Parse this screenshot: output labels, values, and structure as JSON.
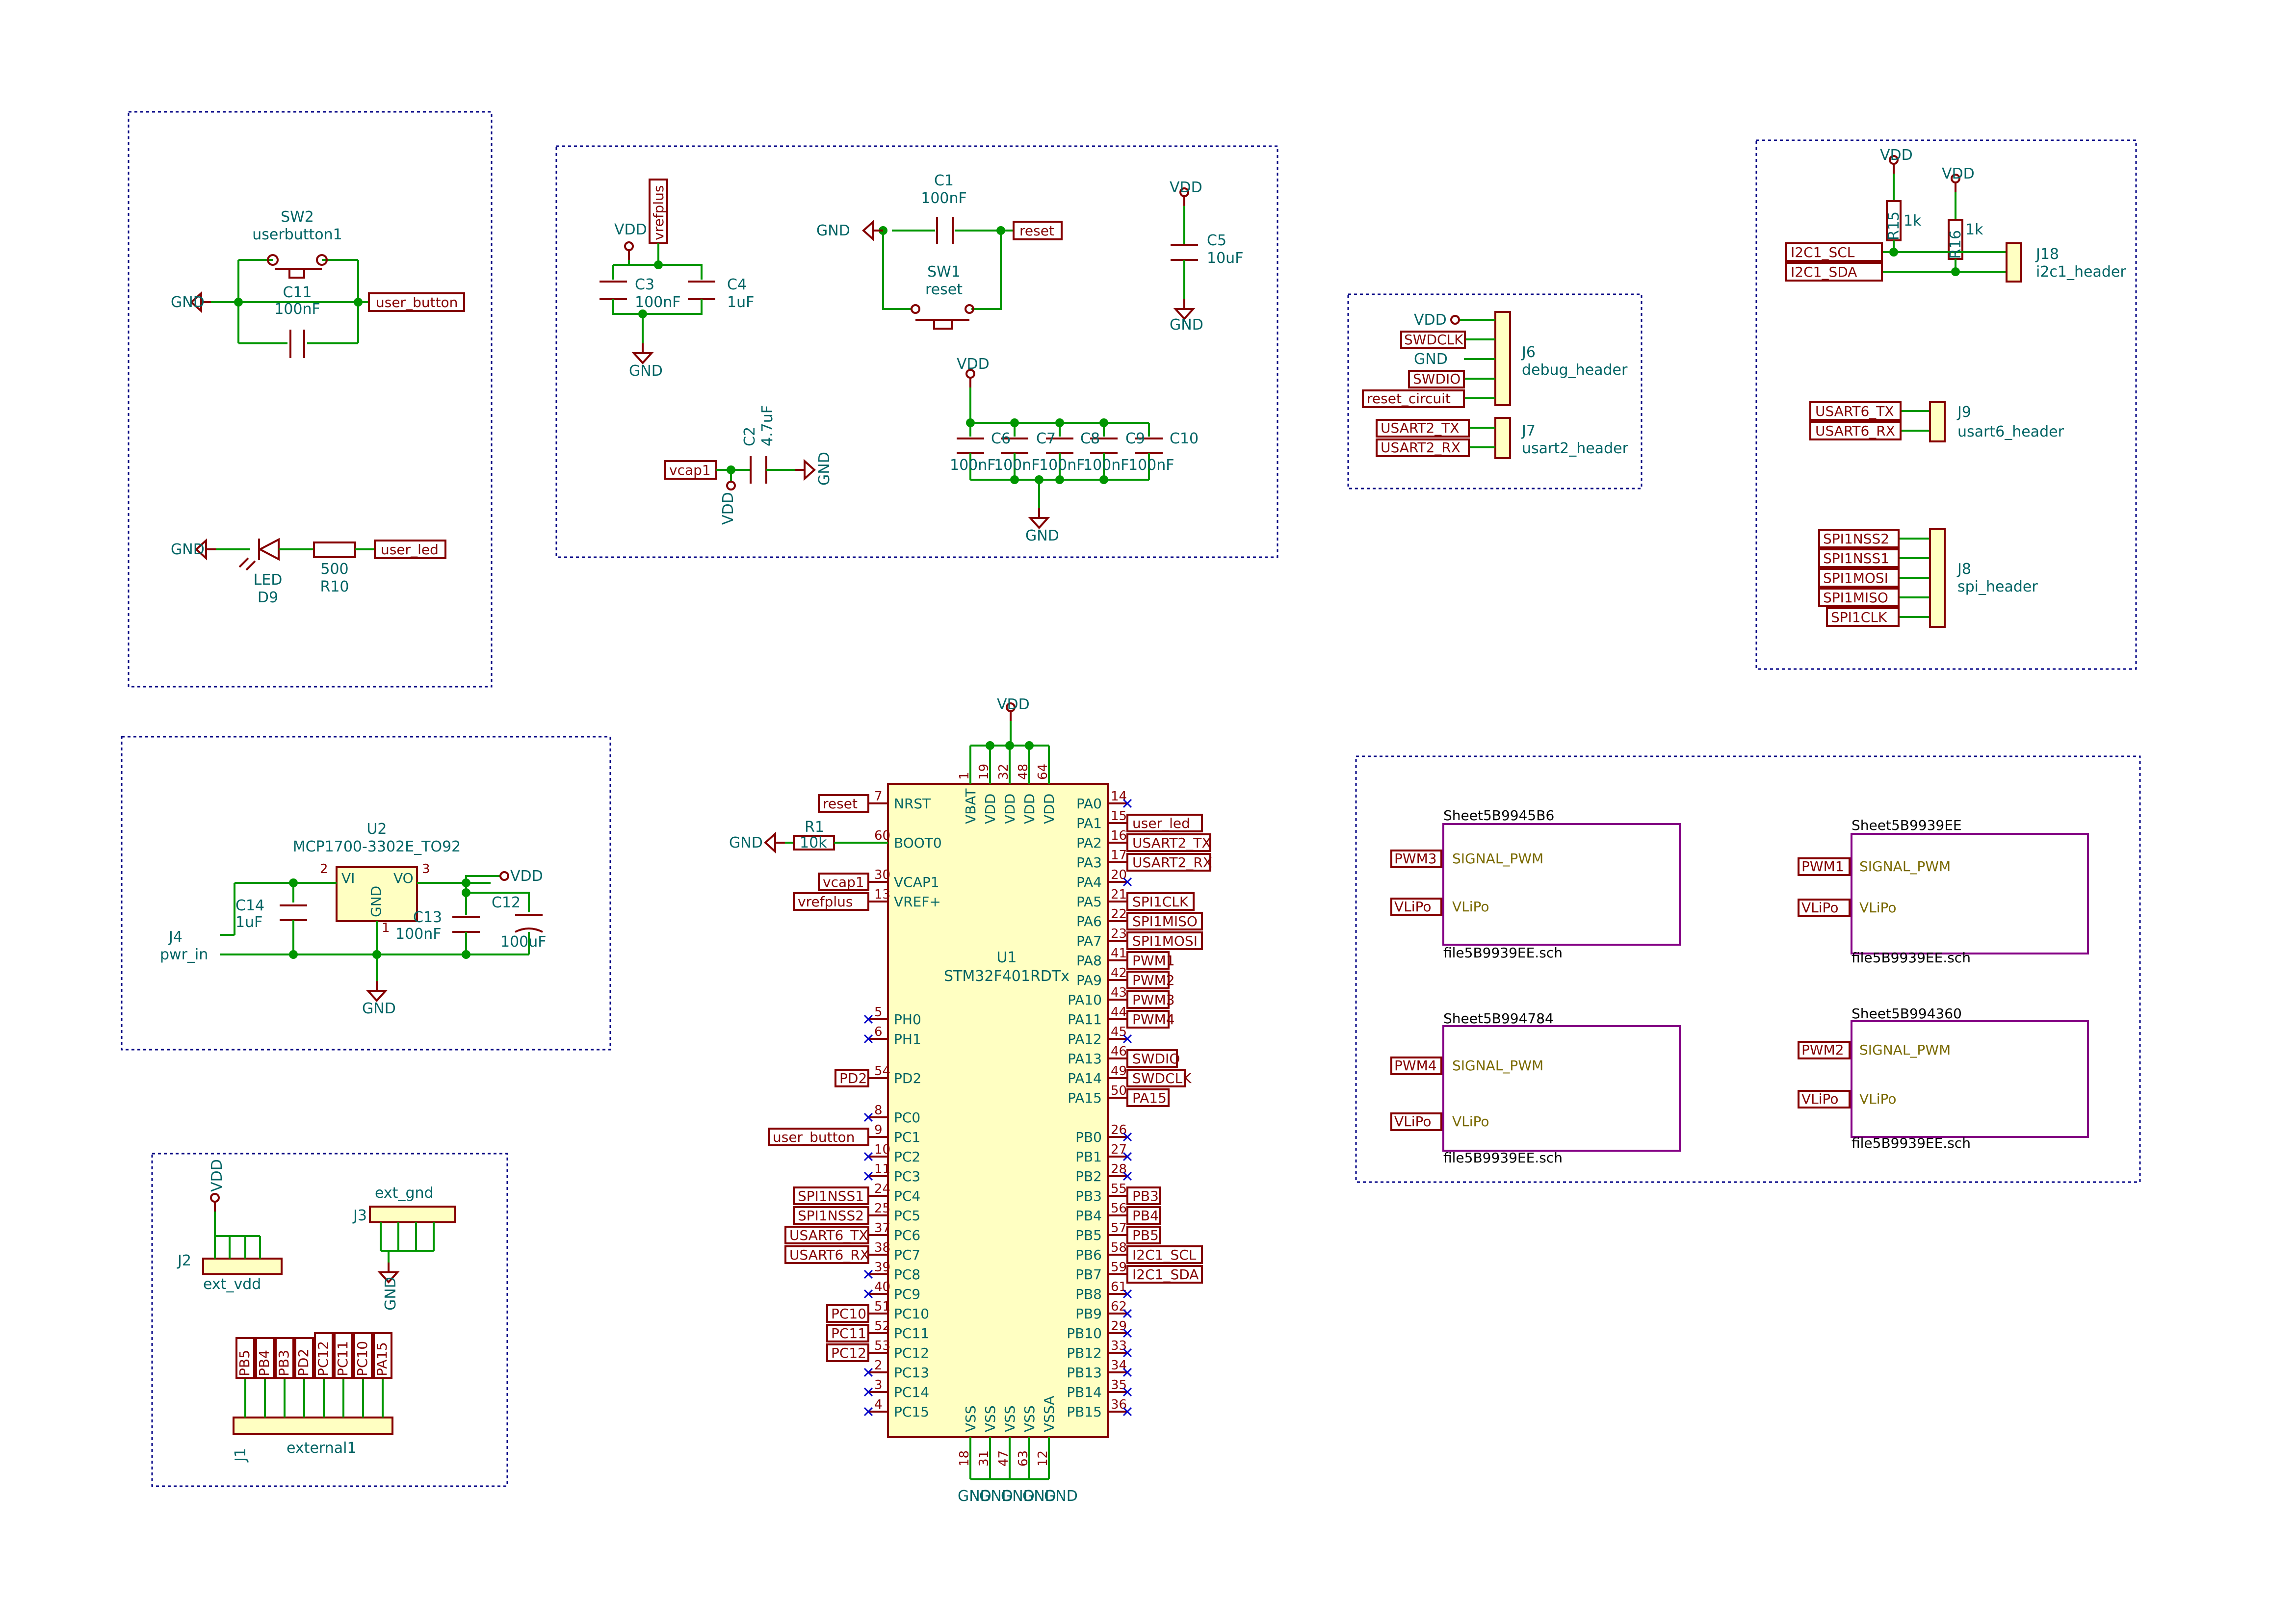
{
  "switches": {
    "sw2": {
      "ref": "SW2",
      "value": "userbutton1"
    },
    "sw1": {
      "ref": "SW1",
      "value": "reset"
    }
  },
  "capacitors": {
    "c11": {
      "ref": "C11",
      "value": "100nF"
    },
    "c1": {
      "ref": "C1",
      "value": "100nF"
    },
    "c3": {
      "ref": "C3",
      "value": "100nF"
    },
    "c4": {
      "ref": "C4",
      "value": "1uF"
    },
    "c5": {
      "ref": "C5",
      "value": "10uF"
    },
    "c2": {
      "ref": "C2",
      "value": "4.7uF"
    },
    "c6": {
      "ref": "C6",
      "value": "100nF"
    },
    "c7": {
      "ref": "C7",
      "value": "100nF"
    },
    "c8": {
      "ref": "C8",
      "value": "100nF"
    },
    "c9": {
      "ref": "C9",
      "value": "100nF"
    },
    "c10": {
      "ref": "C10",
      "value": "100nF"
    },
    "c14": {
      "ref": "C14",
      "value": "1uF"
    },
    "c13": {
      "ref": "C13",
      "value": "100nF"
    },
    "c12": {
      "ref": "C12",
      "value": "100uF"
    }
  },
  "resistors": {
    "r10": {
      "ref": "R10",
      "value": "500"
    },
    "r1": {
      "ref": "R1",
      "value": "10k"
    },
    "r15": {
      "ref": "R15",
      "value": "1k"
    },
    "r16": {
      "ref": "R16",
      "value": "1k"
    }
  },
  "led": {
    "ref": "D9",
    "value": "LED"
  },
  "regulator": {
    "ref": "U2",
    "value": "MCP1700-3302E_TO92",
    "pin_vi": "VI",
    "pin_vo": "VO",
    "pin_gnd": "GND",
    "n1": "2",
    "n2": "3",
    "n3": "1"
  },
  "power": {
    "gnd": "GND",
    "vdd": "VDD"
  },
  "labels": {
    "user_button": "user_button",
    "user_led": "user_led",
    "vrefplus": "vrefplus",
    "reset": "reset",
    "vcap1": "vcap1",
    "swdclk": "SWDCLK",
    "swdio": "SWDIO",
    "reset_circuit": "reset_circuit",
    "usart2_tx": "USART2_TX",
    "usart2_rx": "USART2_RX",
    "i2c1_scl": "I2C1_SCL",
    "i2c1_sda": "I2C1_SDA",
    "usart6_tx": "USART6_TX",
    "usart6_rx": "USART6_RX",
    "spi1nss2": "SPI1NSS2",
    "spi1nss1": "SPI1NSS1",
    "spi1mosi": "SPI1MOSI",
    "spi1miso": "SPI1MISO",
    "spi1clk": "SPI1CLK",
    "pd2": "PD2",
    "pc10": "PC10",
    "pc11": "PC11",
    "pc12": "PC12",
    "pwm1": "PWM1",
    "pwm2": "PWM2",
    "pwm3": "PWM3",
    "pwm4": "PWM4",
    "pa15": "PA15",
    "pb3": "PB3",
    "pb4": "PB4",
    "pb5": "PB5",
    "vlipo": "VLiPo"
  },
  "headers": {
    "j6": {
      "ref": "J6",
      "value": "debug_header"
    },
    "j7": {
      "ref": "J7",
      "value": "usart2_header"
    },
    "j18": {
      "ref": "J18",
      "value": "i2c1_header"
    },
    "j9": {
      "ref": "J9",
      "value": "usart6_header"
    },
    "j8": {
      "ref": "J8",
      "value": "spi_header"
    },
    "j4": {
      "ref": "J4",
      "value": "pwr_in"
    },
    "j2": {
      "ref": "J2",
      "value": "ext_vdd"
    },
    "j3": {
      "ref": "J3",
      "value": "ext_gnd"
    },
    "j1": {
      "ref": "J1",
      "value": "external1"
    }
  },
  "mcu": {
    "ref": "U1",
    "value": "STM32F401RDTx",
    "top_pins": [
      {
        "num": "1",
        "name": "VBAT"
      },
      {
        "num": "19",
        "name": "VDD"
      },
      {
        "num": "32",
        "name": "VDD"
      },
      {
        "num": "48",
        "name": "VDD"
      },
      {
        "num": "64",
        "name": "VDD"
      }
    ],
    "bottom_pins": [
      {
        "num": "18",
        "name": "VSS"
      },
      {
        "num": "31",
        "name": "VSS"
      },
      {
        "num": "47",
        "name": "VSS"
      },
      {
        "num": "63",
        "name": "VSS"
      },
      {
        "num": "12",
        "name": "VSSA"
      }
    ],
    "left_pins": [
      {
        "num": "7",
        "name": "NRST",
        "net": "reset"
      },
      {
        "num": "60",
        "name": "BOOT0",
        "net": ""
      },
      {
        "num": "30",
        "name": "VCAP1",
        "net": "vcap1"
      },
      {
        "num": "13",
        "name": "VREF+",
        "net": "vrefplus"
      },
      {
        "num": "5",
        "name": "PH0",
        "net": ""
      },
      {
        "num": "6",
        "name": "PH1",
        "net": ""
      },
      {
        "num": "54",
        "name": "PD2",
        "net": "PD2"
      },
      {
        "num": "8",
        "name": "PC0",
        "net": ""
      },
      {
        "num": "9",
        "name": "PC1",
        "net": "user_button"
      },
      {
        "num": "10",
        "name": "PC2",
        "net": ""
      },
      {
        "num": "11",
        "name": "PC3",
        "net": ""
      },
      {
        "num": "24",
        "name": "PC4",
        "net": "SPI1NSS1"
      },
      {
        "num": "25",
        "name": "PC5",
        "net": "SPI1NSS2"
      },
      {
        "num": "37",
        "name": "PC6",
        "net": "USART6_TX"
      },
      {
        "num": "38",
        "name": "PC7",
        "net": "USART6_RX"
      },
      {
        "num": "39",
        "name": "PC8",
        "net": ""
      },
      {
        "num": "40",
        "name": "PC9",
        "net": ""
      },
      {
        "num": "51",
        "name": "PC10",
        "net": "PC10"
      },
      {
        "num": "52",
        "name": "PC11",
        "net": "PC11"
      },
      {
        "num": "53",
        "name": "PC12",
        "net": "PC12"
      },
      {
        "num": "2",
        "name": "PC13",
        "net": ""
      },
      {
        "num": "3",
        "name": "PC14",
        "net": ""
      },
      {
        "num": "4",
        "name": "PC15",
        "net": ""
      }
    ],
    "right_pins": [
      {
        "num": "14",
        "name": "PA0",
        "net": ""
      },
      {
        "num": "15",
        "name": "PA1",
        "net": "user_led"
      },
      {
        "num": "16",
        "name": "PA2",
        "net": "USART2_TX"
      },
      {
        "num": "17",
        "name": "PA3",
        "net": "USART2_RX"
      },
      {
        "num": "20",
        "name": "PA4",
        "net": ""
      },
      {
        "num": "21",
        "name": "PA5",
        "net": "SPI1CLK"
      },
      {
        "num": "22",
        "name": "PA6",
        "net": "SPI1MISO"
      },
      {
        "num": "23",
        "name": "PA7",
        "net": "SPI1MOSI"
      },
      {
        "num": "41",
        "name": "PA8",
        "net": "PWM1"
      },
      {
        "num": "42",
        "name": "PA9",
        "net": "PWM2"
      },
      {
        "num": "43",
        "name": "PA10",
        "net": "PWM3"
      },
      {
        "num": "44",
        "name": "PA11",
        "net": "PWM4"
      },
      {
        "num": "45",
        "name": "PA12",
        "net": ""
      },
      {
        "num": "46",
        "name": "PA13",
        "net": "SWDIO"
      },
      {
        "num": "49",
        "name": "PA14",
        "net": "SWDCLK"
      },
      {
        "num": "50",
        "name": "PA15",
        "net": "PA15"
      },
      {
        "num": "26",
        "name": "PB0",
        "net": ""
      },
      {
        "num": "27",
        "name": "PB1",
        "net": ""
      },
      {
        "num": "28",
        "name": "PB2",
        "net": ""
      },
      {
        "num": "55",
        "name": "PB3",
        "net": "PB3"
      },
      {
        "num": "56",
        "name": "PB4",
        "net": "PB4"
      },
      {
        "num": "57",
        "name": "PB5",
        "net": "PB5"
      },
      {
        "num": "58",
        "name": "PB6",
        "net": "I2C1_SCL"
      },
      {
        "num": "59",
        "name": "PB7",
        "net": "I2C1_SDA"
      },
      {
        "num": "61",
        "name": "PB8",
        "net": ""
      },
      {
        "num": "62",
        "name": "PB9",
        "net": ""
      },
      {
        "num": "29",
        "name": "PB10",
        "net": ""
      },
      {
        "num": "33",
        "name": "PB12",
        "net": ""
      },
      {
        "num": "34",
        "name": "PB13",
        "net": ""
      },
      {
        "num": "35",
        "name": "PB14",
        "net": ""
      },
      {
        "num": "36",
        "name": "PB15",
        "net": ""
      }
    ]
  },
  "sheets": [
    {
      "name": "Sheet5B9945B6",
      "file": "file5B9939EE.sch",
      "pwm": "PWM3",
      "pins": [
        "SIGNAL_PWM",
        "VLiPo"
      ]
    },
    {
      "name": "Sheet5B9939EE",
      "file": "file5B9939EE.sch",
      "pwm": "PWM1",
      "pins": [
        "SIGNAL_PWM",
        "VLiPo"
      ]
    },
    {
      "name": "Sheet5B994784",
      "file": "file5B9939EE.sch",
      "pwm": "PWM4",
      "pins": [
        "SIGNAL_PWM",
        "VLiPo"
      ]
    },
    {
      "name": "Sheet5B994360",
      "file": "file5B9939EE.sch",
      "pwm": "PWM2",
      "pins": [
        "SIGNAL_PWM",
        "VLiPo"
      ]
    }
  ],
  "colors": {
    "wire": "#009600",
    "component": "#840000",
    "component_fill": "#ffffc2",
    "reference_text": "#006464",
    "frame": "#000084",
    "sheet": "#840084"
  }
}
